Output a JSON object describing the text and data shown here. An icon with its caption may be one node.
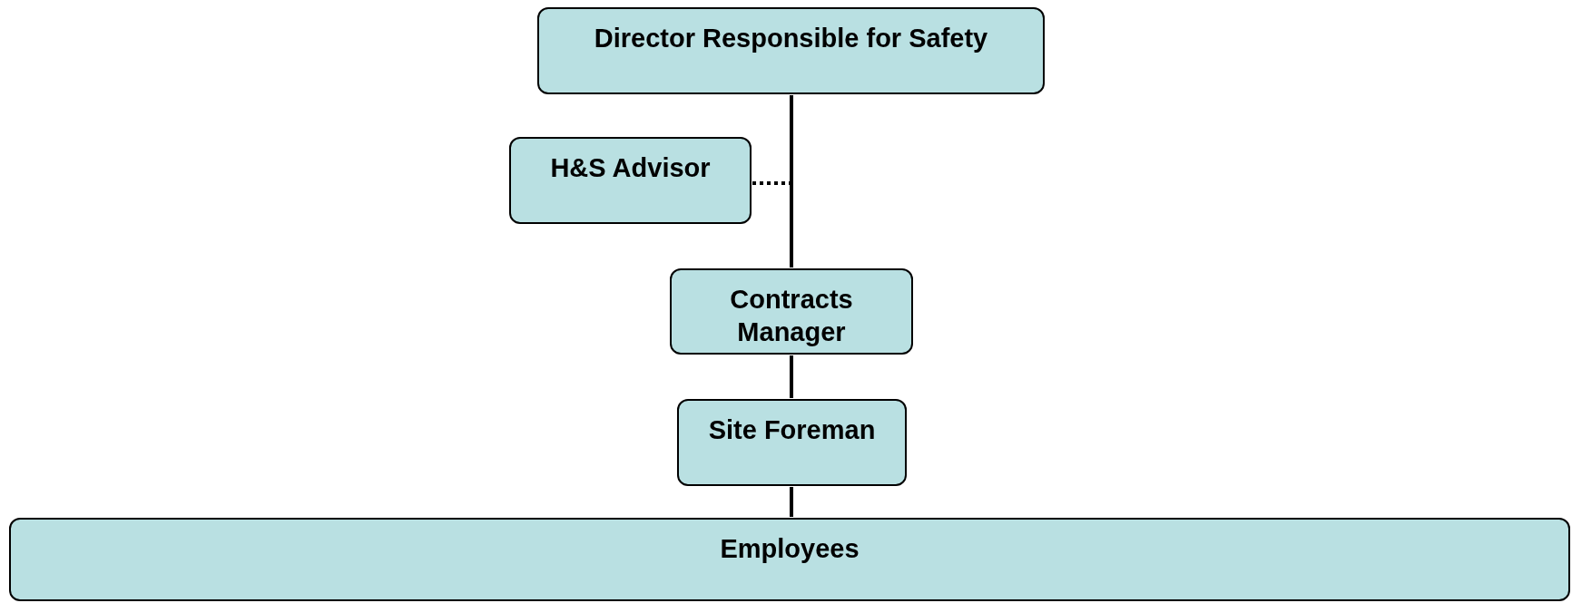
{
  "diagram": {
    "nodes": [
      {
        "text": [
          "Director Responsible for Safety"
        ]
      },
      {
        "text": [
          "H&S Advisor"
        ]
      },
      {
        "text": [
          "Contracts Manager"
        ]
      },
      {
        "text": [
          "Site Foreman"
        ]
      },
      {
        "text": [
          "Employees"
        ]
      }
    ],
    "edges": [
      {
        "from": 0,
        "to": 2,
        "arrow": "none"
      },
      {
        "from": 1,
        "to": 0,
        "arrow": "none",
        "style": "dashed"
      },
      {
        "from": 2,
        "to": 3,
        "arrow": "none"
      },
      {
        "from": 3,
        "to": 4,
        "arrow": "none"
      }
    ]
  }
}
